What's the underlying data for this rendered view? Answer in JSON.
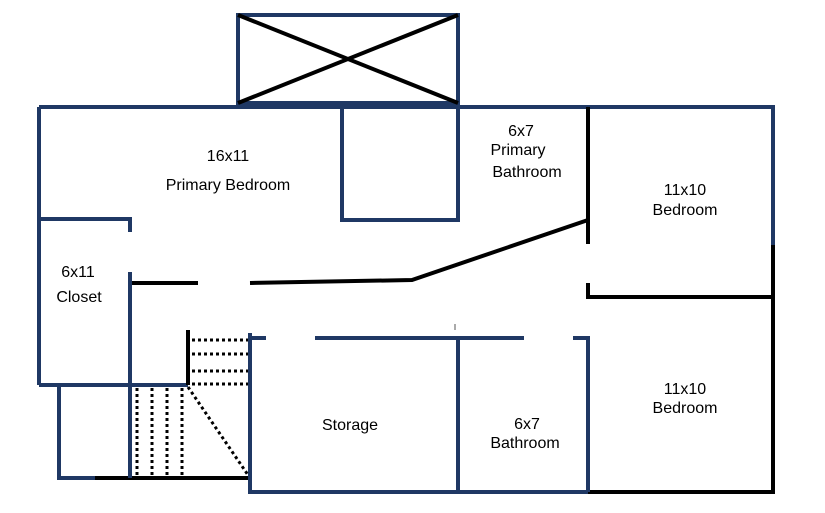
{
  "colors": {
    "wall": "#1f3864",
    "partition": "#000000"
  },
  "rooms": {
    "primary_bedroom": {
      "size": "16x11",
      "name": "Primary Bedroom"
    },
    "primary_bathroom": {
      "size": "6x7",
      "name_line1": "Primary",
      "name_line2": "Bathroom"
    },
    "bedroom_upper": {
      "size": "11x10",
      "name": "Bedroom"
    },
    "closet": {
      "size": "6x11",
      "name": "Closet"
    },
    "storage": {
      "name": "Storage"
    },
    "bathroom": {
      "size": "6x7",
      "name": "Bathroom"
    },
    "bedroom_lower": {
      "size": "11x10",
      "name": "Bedroom"
    }
  }
}
